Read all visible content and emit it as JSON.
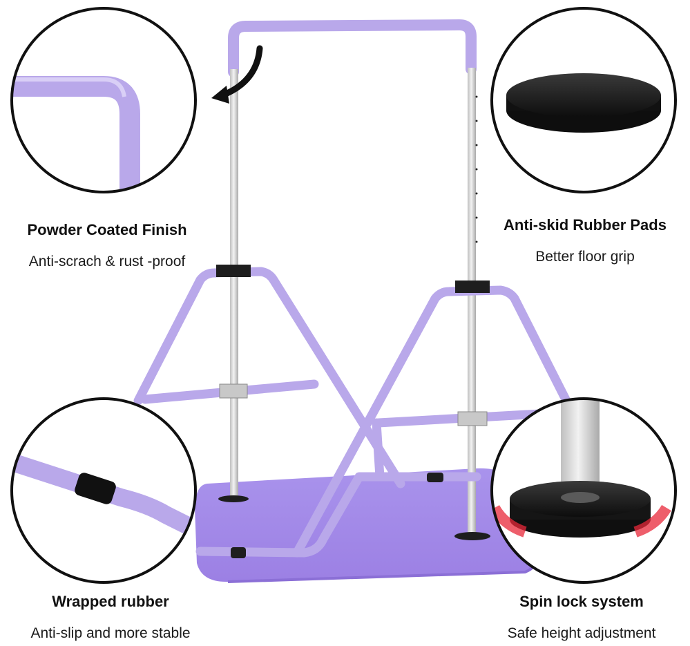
{
  "features": {
    "powder_coated": {
      "title": "Powder Coated Finish",
      "subtitle": "Anti-scrach & rust -proof",
      "icon": "bar-corner-closeup"
    },
    "rubber_pads": {
      "title": "Anti-skid Rubber Pads",
      "subtitle": "Better floor grip",
      "icon": "rubber-pad-closeup"
    },
    "wrapped_rubber": {
      "title": "Wrapped rubber",
      "subtitle": "Anti-slip and more stable",
      "icon": "wrapped-tube-closeup"
    },
    "spin_lock": {
      "title": "Spin lock system",
      "subtitle": "Safe height adjustment",
      "icon": "spin-lock-closeup"
    }
  },
  "colors": {
    "frame_purple": "#b9a8ea",
    "mat_purple": "#a58ae8",
    "steel": "#d6d6d6",
    "black": "#1e1e1e",
    "arrow_red": "#e8283a"
  }
}
